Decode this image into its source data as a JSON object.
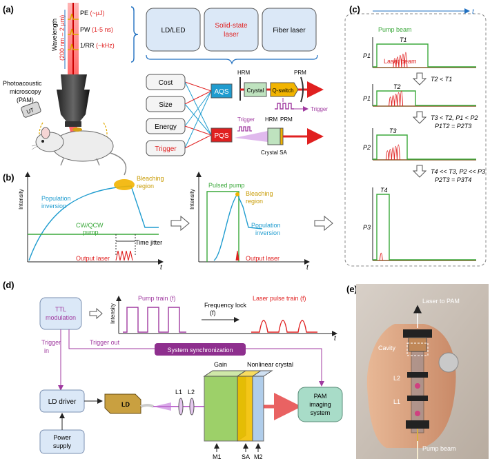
{
  "panel_labels": {
    "a": "(a)",
    "b": "(b)",
    "c": "(c)",
    "d": "(d)",
    "e": "(e)"
  },
  "panel_a": {
    "wavelength": "Wavelength",
    "wavelength_range": "(200 nm – 2 μm)",
    "pe_label": "PE ",
    "pe_value": "(~μJ)",
    "pw_label": "PW ",
    "pw_value": "(1-5 ns)",
    "rr_label": "1/RR ",
    "rr_value": "(~kHz)",
    "pam_line1": "Photoacoustic",
    "pam_line2": "microscopy",
    "pam_line3": "(PAM)",
    "ut": "UT",
    "laser_types": [
      "LD/LED",
      "Solid-state laser",
      "Fiber laser"
    ],
    "criteria": [
      "Cost",
      "Size",
      "Energy",
      "Trigger"
    ],
    "aqs": "AQS",
    "pqs": "PQS",
    "hrm": "HRM",
    "prm": "PRM",
    "crystal": "Crystal",
    "qswitch": "Q-switch",
    "trigger": "Trigger",
    "crystal_sa": "Crystal SA"
  },
  "panel_b": {
    "intensity": "Intensity",
    "t": "t",
    "population_inversion": "Population inversion",
    "bleaching_region": "Bleaching region",
    "cw_pump": "CW/QCW pump",
    "time_jitter": "Time jitter",
    "output_laser": "Output laser",
    "pulsed_pump": "Pulsed pump"
  },
  "panel_c": {
    "t": "t",
    "pump_beam": "Pump beam",
    "laser_beam": "Laser beam",
    "steps": [
      {
        "pump": "T1",
        "level": "P1",
        "cond": "T2 < T1",
        "cond2": ""
      },
      {
        "pump": "T2",
        "level": "P1",
        "cond": "T3 < T2, P1 < P2",
        "cond2": "P1T2 = P2T3"
      },
      {
        "pump": "T3",
        "level": "P2",
        "cond": "T4 << T3, P2 << P3",
        "cond2": "P2T3 = P3T4"
      },
      {
        "pump": "T4",
        "level": "P3",
        "cond": "",
        "cond2": ""
      }
    ]
  },
  "panel_d": {
    "ttl": "TTL modulation",
    "intensity": "Intensity",
    "t": "t",
    "pump_train": "Pump train (f)",
    "laser_train": "Laser pulse train (f)",
    "frequency_lock": "Frequency lock (f)",
    "trigger_in": "Trigger in",
    "trigger_out": "Trigger out",
    "system_sync": "System synchronization",
    "gain": "Gain",
    "nonlinear_crystal": "Nonlinear crystal",
    "ld_driver": "LD driver",
    "ld": "LD",
    "l1": "L1",
    "l2": "L2",
    "pam_system": "PAM imaging system",
    "power_supply": "Power supply",
    "m1": "M1",
    "sa": "SA",
    "m2": "M2"
  },
  "panel_e": {
    "laser_to_pam": "Laser to PAM",
    "cavity": "Cavity",
    "l2": "L2",
    "l1": "L1",
    "pump_beam": "Pump beam"
  },
  "colors": {
    "pump_green": "#3aa83a",
    "laser_red": "#e02020",
    "cyan": "#1f9ccf",
    "purple": "#a03aa0",
    "light_blue": "#dbe8f7",
    "sync_purple": "#8e2f8e",
    "bleach_yellow": "#f2b400"
  }
}
